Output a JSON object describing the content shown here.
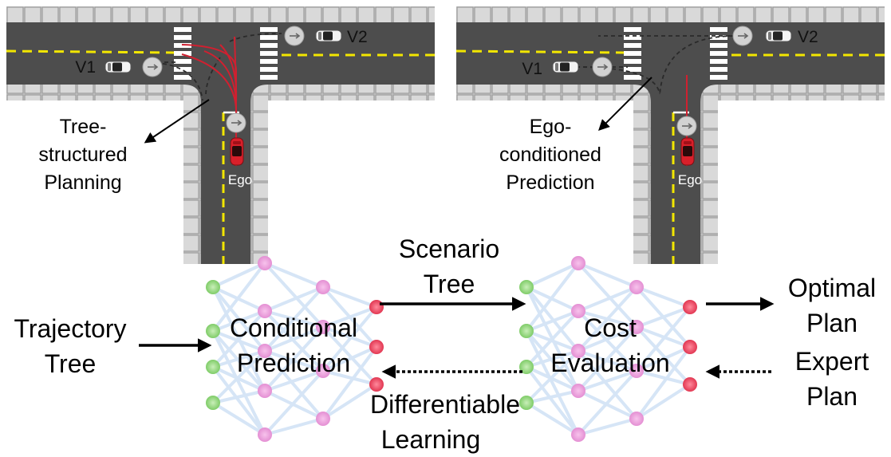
{
  "scenes": [
    {
      "vehicles": {
        "v1": "V1",
        "v2": "V2",
        "ego": "Ego"
      },
      "annotation": [
        "Tree-",
        "structured",
        "Planning"
      ]
    },
    {
      "vehicles": {
        "v1": "V1",
        "v2": "V2",
        "ego": "Ego"
      },
      "annotation": [
        "Ego-",
        "conditioned",
        "Prediction"
      ]
    }
  ],
  "pipeline": {
    "input": [
      "Trajectory",
      "Tree"
    ],
    "predictor": [
      "Conditional",
      "Prediction"
    ],
    "edge_forward": [
      "Scenario",
      "Tree"
    ],
    "evaluator": [
      "Cost",
      "Evaluation"
    ],
    "output": [
      "Optimal",
      "Plan"
    ],
    "feedback_in": [
      "Expert",
      "Plan"
    ],
    "feedback_edge": [
      "Differentiable",
      "Learning"
    ]
  },
  "colors": {
    "road": "#4a4a4a",
    "curb": "#c8c8c8",
    "lane_divider": "#f2e600",
    "ego_car": "#d8202a",
    "plan_trajectory": "#d02030",
    "node_green": "#8fd37a",
    "node_pink": "#e89ad8",
    "node_red": "#e8405a",
    "net_edge": "#cfe0f4"
  }
}
